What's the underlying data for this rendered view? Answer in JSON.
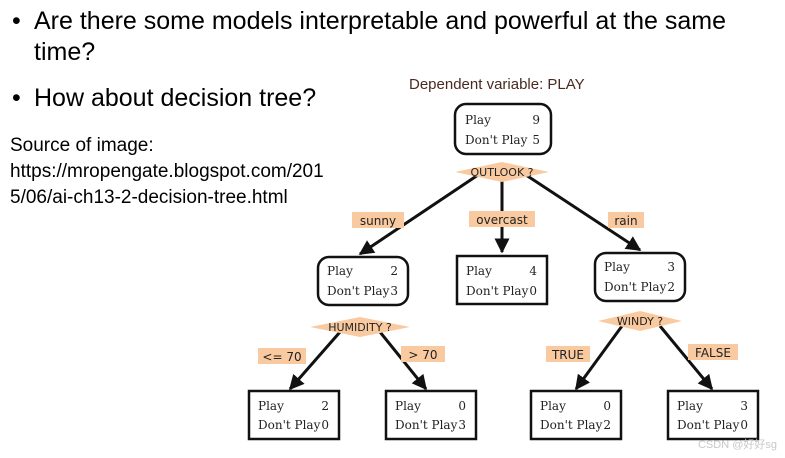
{
  "bullets": [
    "Are there some models interpretable and powerful at the same time?",
    "How about decision tree?"
  ],
  "source": {
    "heading": "Source of image:",
    "line1": "https://mropengate.blogspot.com/201",
    "line2": "5/06/ai-ch13-2-decision-tree.html"
  },
  "diagram": {
    "title": "Dependent variable: PLAY",
    "nodes": {
      "root": {
        "play_label": "Play",
        "play": "9",
        "dont_label": "Don't Play",
        "dont": "5"
      },
      "sunny": {
        "play_label": "Play",
        "play": "2",
        "dont_label": "Don't Play",
        "dont": "3"
      },
      "overcast": {
        "play_label": "Play",
        "play": "4",
        "dont_label": "Don't Play",
        "dont": "0"
      },
      "rain": {
        "play_label": "Play",
        "play": "3",
        "dont_label": "Don't Play",
        "dont": "2"
      },
      "le70": {
        "play_label": "Play",
        "play": "2",
        "dont_label": "Don't Play",
        "dont": "0"
      },
      "gt70": {
        "play_label": "Play",
        "play": "0",
        "dont_label": "Don't Play",
        "dont": "3"
      },
      "true": {
        "play_label": "Play",
        "play": "0",
        "dont_label": "Don't Play",
        "dont": "2"
      },
      "false": {
        "play_label": "Play",
        "play": "3",
        "dont_label": "Don't Play",
        "dont": "0"
      }
    },
    "splits": {
      "outlook": "OUTLOOK ?",
      "humidity": "HUMIDITY ?",
      "windy": "WINDY ?"
    },
    "edges": {
      "sunny": "sunny",
      "overcast": "overcast",
      "rain": "rain",
      "le70": "<= 70",
      "gt70": "> 70",
      "true": "TRUE",
      "false": "FALSE"
    }
  },
  "watermark": "CSDN @好好sg",
  "colors": {
    "split_fill": "#f9caa0",
    "label_fill": "#f9caa0",
    "edge": "#111111"
  }
}
